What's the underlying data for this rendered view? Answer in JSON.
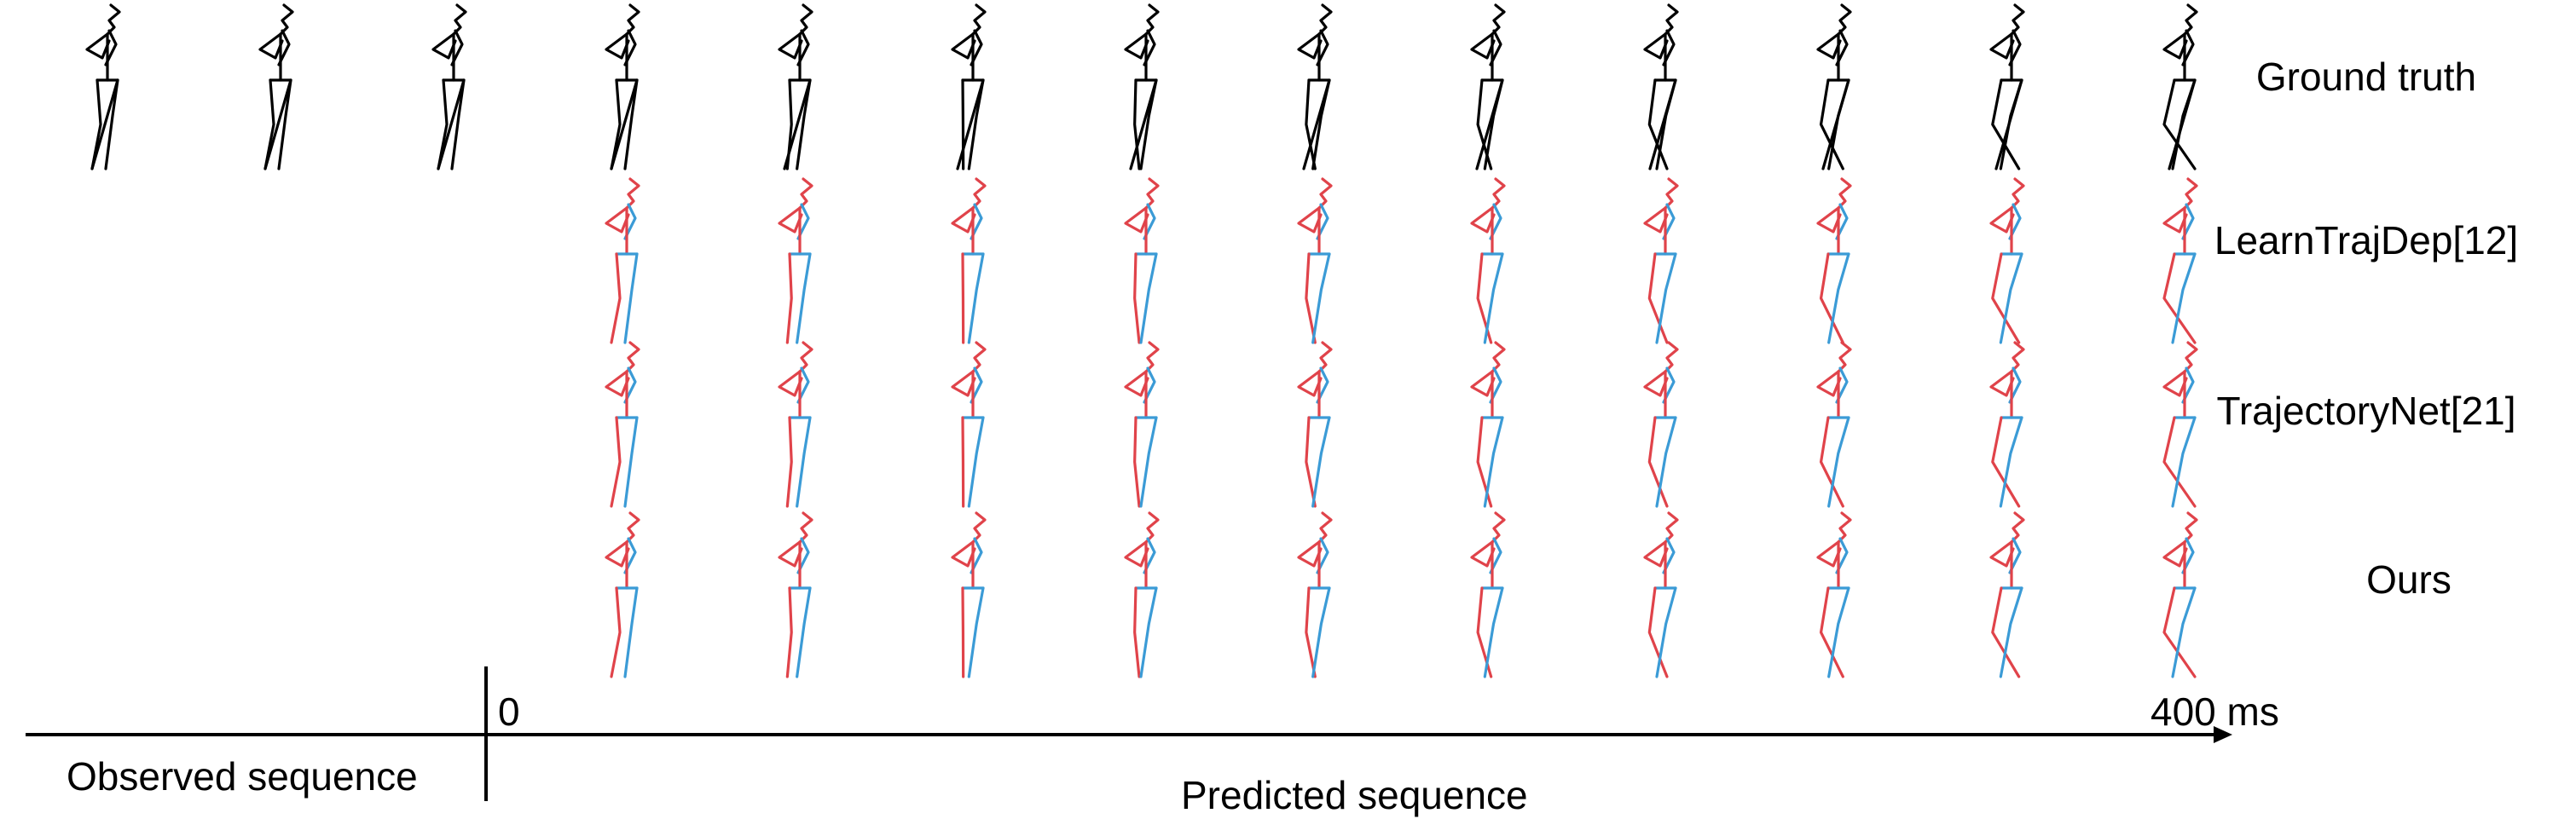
{
  "row_labels": {
    "ground_truth": "Ground truth",
    "learntrajdep": "LearnTrajDep[12]",
    "trajectorynet": "TrajectoryNet[21]",
    "ours": "Ours"
  },
  "timeline": {
    "start_label": "0",
    "end_label": "400 ms",
    "observed_label": "Observed sequence",
    "predicted_label": "Predicted sequence"
  },
  "colors": {
    "ground_truth": "#000000",
    "prediction_left": "#e0434a",
    "prediction_right": "#3b9bd6",
    "axis": "#000000"
  },
  "frames": {
    "observed_count": 3,
    "predicted_count": 10
  }
}
